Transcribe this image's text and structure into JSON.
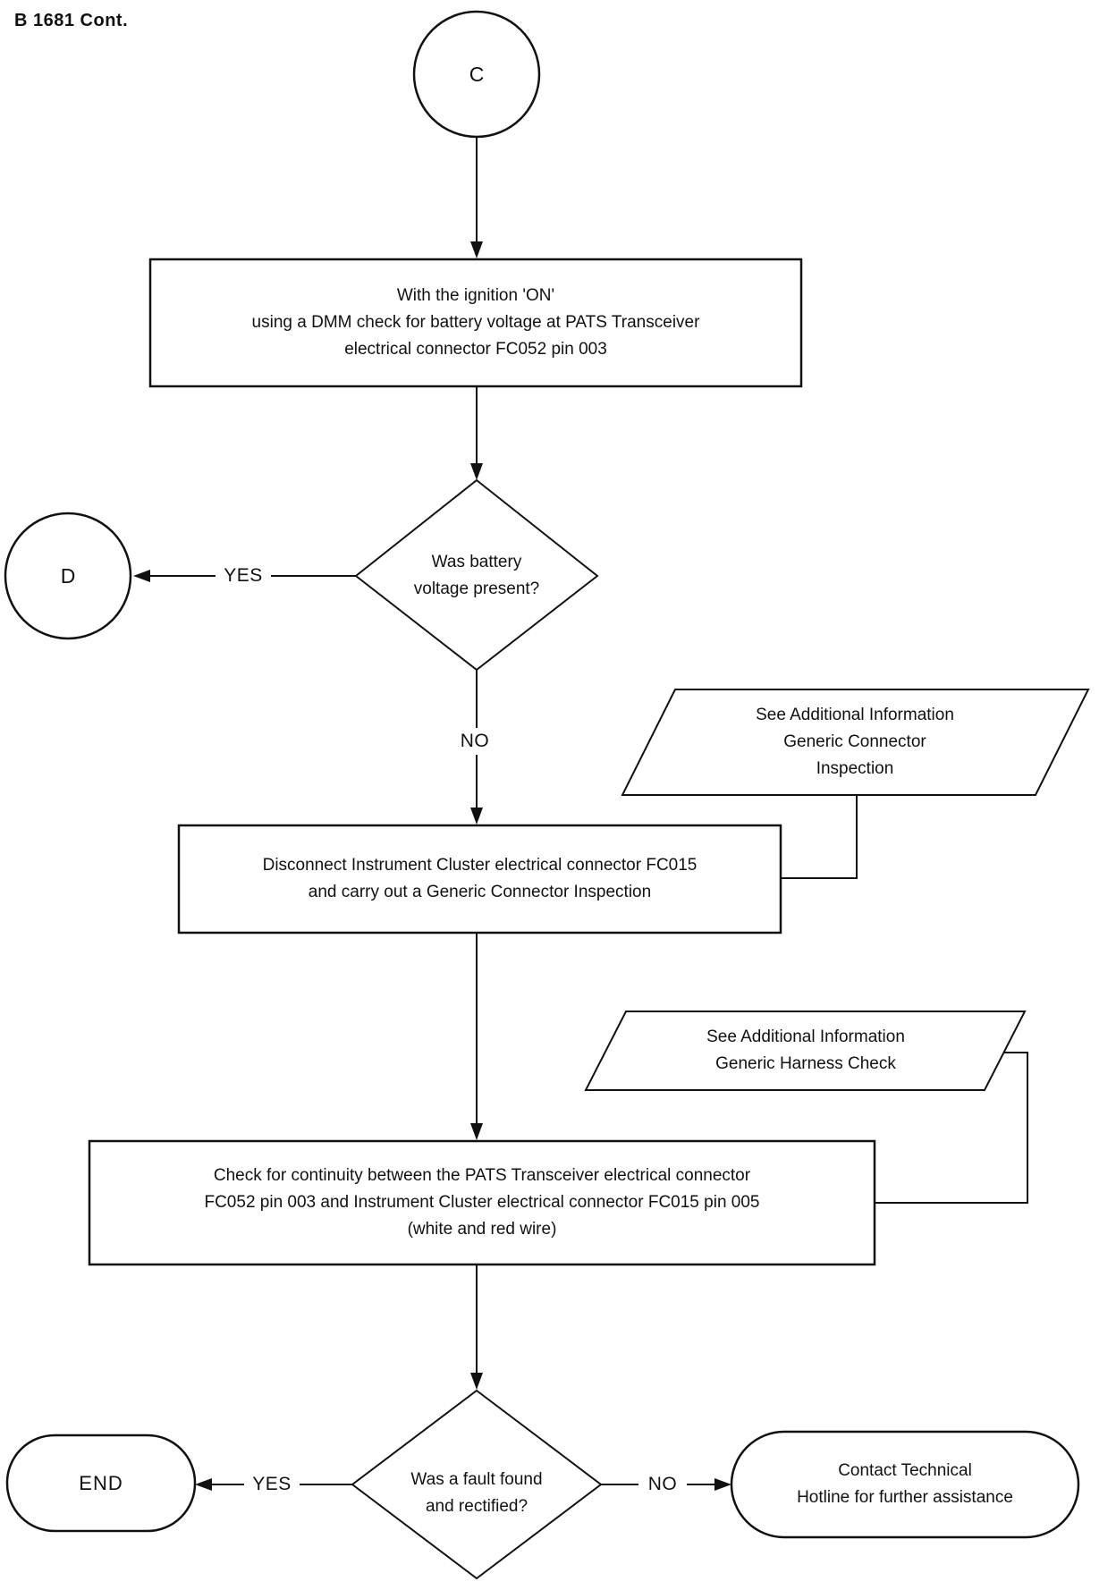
{
  "page": {
    "title": "B 1681 Cont.",
    "ink_color": "#111111",
    "background_color": "#ffffff"
  },
  "flowchart": {
    "nodes": {
      "entry_connector": {
        "label": "C"
      },
      "step_check_voltage": {
        "text": "With the ignition 'ON'\nusing a DMM check for battery voltage at PATS Transceiver\nelectrical connector FC052 pin 003"
      },
      "decision_voltage": {
        "text": "Was battery\nvoltage present?"
      },
      "exit_connector": {
        "label": "D"
      },
      "ref_connector_inspection": {
        "text": "See Additional Information\nGeneric Connector\nInspection"
      },
      "step_disconnect_cluster": {
        "text": "Disconnect Instrument Cluster electrical connector FC015\nand carry out a Generic Connector Inspection"
      },
      "ref_harness_check": {
        "text": "See Additional Information\nGeneric Harness Check"
      },
      "step_check_continuity": {
        "text": "Check for continuity between the PATS Transceiver electrical connector\nFC052 pin 003 and Instrument Cluster electrical connector FC015 pin 005\n(white and red wire)"
      },
      "decision_fault": {
        "text": "Was a fault found\nand rectified?"
      },
      "terminator_end": {
        "label": "END"
      },
      "terminator_contact": {
        "text": "Contact Technical\nHotline for further assistance"
      }
    },
    "edge_labels": {
      "decision_voltage_yes": "YES",
      "decision_voltage_no": "NO",
      "decision_fault_yes": "YES",
      "decision_fault_no": "NO"
    }
  }
}
